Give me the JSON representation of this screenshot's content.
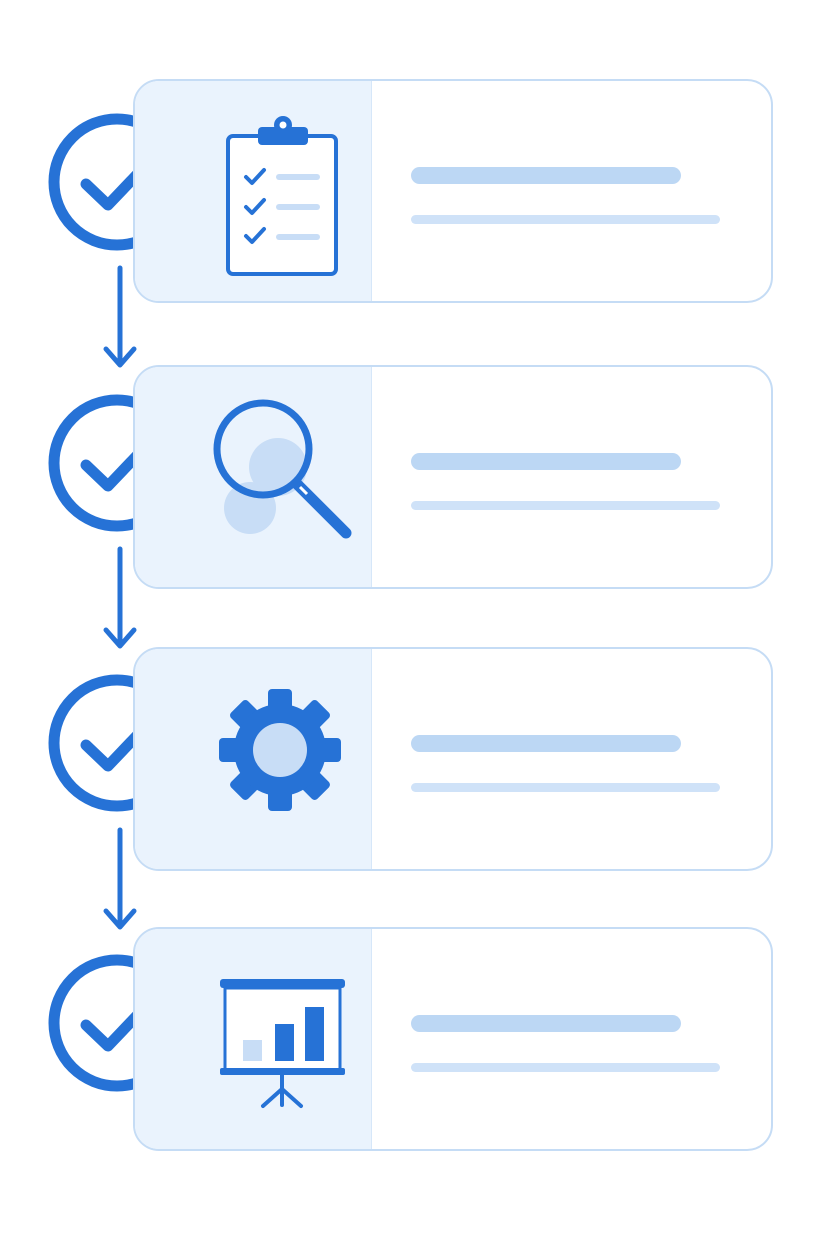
{
  "palette": {
    "primary": "#2672d6",
    "card_border": "#c5dcf5",
    "icon_panel_fill": "#eaf3fd",
    "placeholder_line": "#bcd7f4",
    "placeholder_line_light": "#cfe2f8",
    "icon_accent_light": "#c8ddf6"
  },
  "steps": [
    {
      "status": "completed",
      "badge_icon": "check-circle-icon",
      "icon": "clipboard-checklist-icon"
    },
    {
      "status": "completed",
      "badge_icon": "check-circle-icon",
      "icon": "magnifying-glass-icon"
    },
    {
      "status": "completed",
      "badge_icon": "check-circle-icon",
      "icon": "gear-icon"
    },
    {
      "status": "completed",
      "badge_icon": "check-circle-icon",
      "icon": "presentation-bar-chart-icon"
    }
  ],
  "connectors": [
    {
      "icon": "arrow-down-icon"
    },
    {
      "icon": "arrow-down-icon"
    },
    {
      "icon": "arrow-down-icon"
    }
  ]
}
